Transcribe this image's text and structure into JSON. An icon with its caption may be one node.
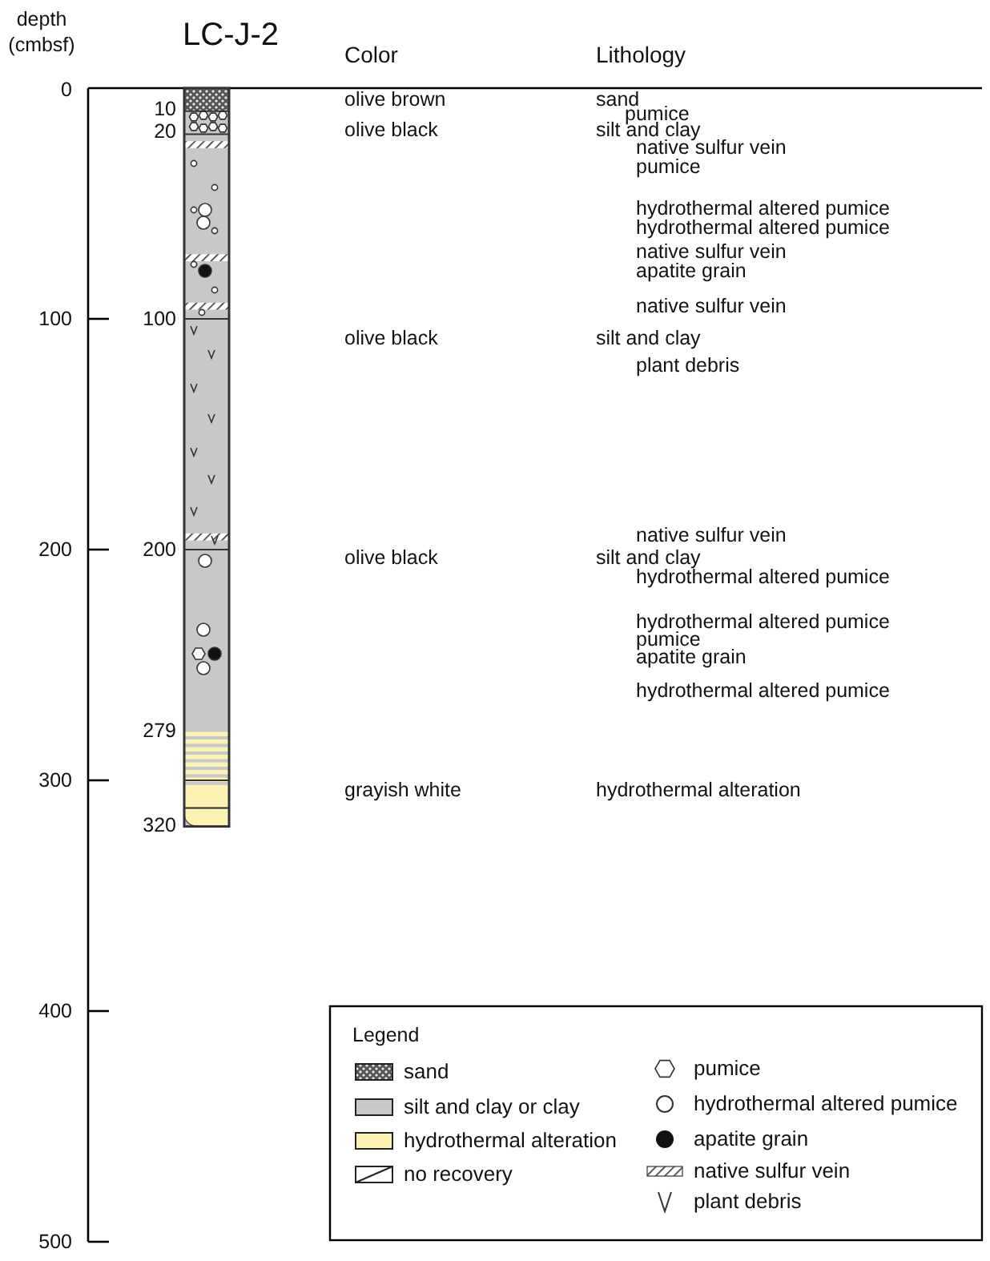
{
  "diagram": {
    "title": "LC-J-2",
    "labels": [
      "depth (cmbsf)",
      "Color",
      "Lithology",
      "0",
      "olive brown",
      "sand",
      "10",
      "pumice",
      "20",
      "olive black",
      "silt and clay",
      "native sulfur vein",
      "pumice",
      "hydrothermal altered pumice",
      "hydrothermal altered pumice",
      "native sulfur vein",
      "apatite grain",
      "native sulfur vein",
      "100",
      "100",
      "olive black",
      "silt and clay",
      "plant debris",
      "native sulfur vein",
      "200",
      "200",
      "olive black",
      "silt and clay",
      "hydrothermal altered pumice",
      "hydrothermal altered pumice",
      "pumice",
      "apatite grain",
      "hydrothermal altered pumice",
      "279",
      "300",
      "grayish white",
      "hydrothermal alteration",
      "320",
      "400",
      "Legend",
      "500"
    ],
    "legend": [
      {
        "text": "sand"
      },
      {
        "text": "silt and clay or clay",
        "color": "#c8c8c8"
      },
      {
        "text": "hydrothermal alteration",
        "color": "#fbf3b5"
      },
      {
        "text": "no recovery"
      },
      {
        "text": "pumice"
      },
      {
        "text": "hydrothermal altered pumice"
      },
      {
        "text": "apatite grain"
      },
      {
        "text": "native sulfur vein"
      },
      {
        "text": "plant debris"
      }
    ]
  }
}
